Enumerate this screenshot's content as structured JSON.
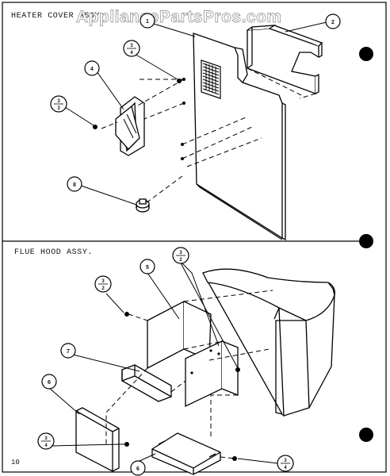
{
  "watermark": "AppliancePartsPros.com",
  "sections": {
    "heater": {
      "title": "HEATER COVER ASSY."
    },
    "flue": {
      "title": "FLUE HOOD ASSY."
    }
  },
  "page_number": "10",
  "callouts": {
    "c1": "1",
    "c2": "2",
    "c4": "4",
    "c8": "8",
    "c5": "5",
    "c7": "7",
    "c6a": "6",
    "c6b": "6"
  },
  "fractions": {
    "f_heater_top": {
      "num": "3",
      "den": "4"
    },
    "f_heater_left": {
      "num": "3",
      "den": "3"
    },
    "f_flue_left": {
      "num": "3",
      "den": "2"
    },
    "f_flue_top": {
      "num": "3",
      "den": "2"
    },
    "f_flue_lowleft": {
      "num": "3",
      "den": "4"
    },
    "f_flue_bottom": {
      "num": "3",
      "den": "4"
    }
  }
}
